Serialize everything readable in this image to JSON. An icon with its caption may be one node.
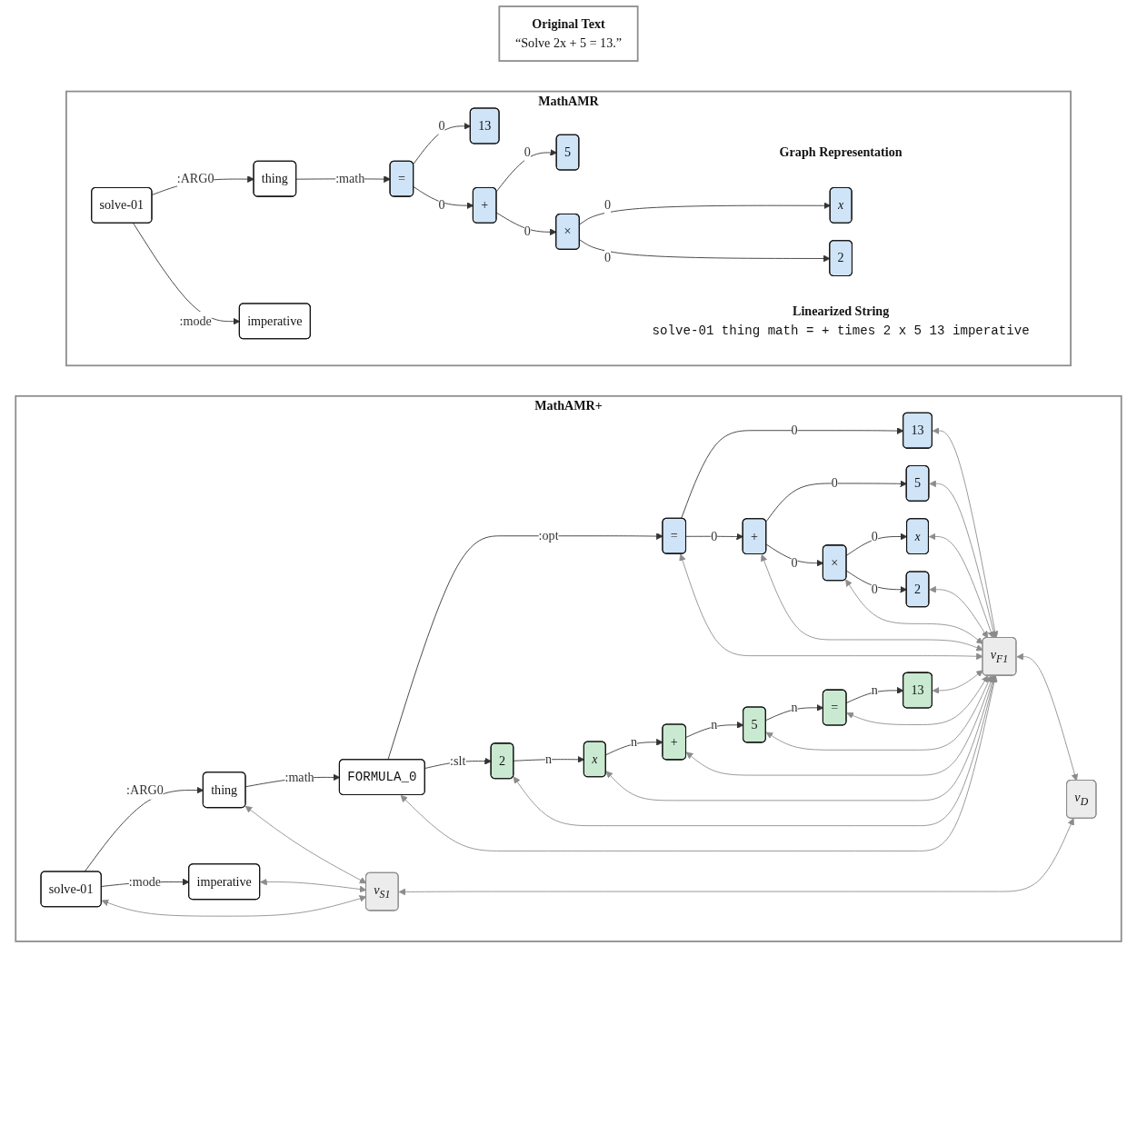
{
  "diagram": {
    "nodes": [
      {
        "text": [
          "Original Text",
          "“Solve 2x + 5 = 13.”"
        ]
      },
      {
        "text": [
          "MathAMR"
        ]
      },
      {
        "text": [
          "Graph Representation"
        ],
        "in": 1
      },
      {
        "text": [
          "solve-01"
        ],
        "in": 1
      },
      {
        "text": [
          "thing"
        ],
        "in": 1
      },
      {
        "text": [
          "imperative"
        ],
        "in": 1
      },
      {
        "text": [
          "="
        ],
        "in": 1
      },
      {
        "text": [
          "13"
        ],
        "in": 1
      },
      {
        "text": [
          "+"
        ],
        "in": 1
      },
      {
        "text": [
          "5"
        ],
        "in": 1
      },
      {
        "text": [
          "×"
        ],
        "in": 1
      },
      {
        "text": [
          "x"
        ],
        "in": 1
      },
      {
        "text": [
          "2"
        ],
        "in": 1
      },
      {
        "text": [
          "Linearized String",
          "solve-01 thing math = + times 2 x 5 13 imperative"
        ],
        "in": 1
      },
      {
        "text": [
          "MathAMR+"
        ]
      },
      {
        "text": [
          "solve-01"
        ],
        "in": 14
      },
      {
        "text": [
          "thing"
        ],
        "in": 14
      },
      {
        "text": [
          "imperative"
        ],
        "in": 14
      },
      {
        "text": [
          "FORMULA_0"
        ],
        "in": 14
      },
      {
        "text": [
          "="
        ],
        "in": 14
      },
      {
        "text": [
          "13"
        ],
        "in": 14
      },
      {
        "text": [
          "+"
        ],
        "in": 14
      },
      {
        "text": [
          "5"
        ],
        "in": 14
      },
      {
        "text": [
          "×"
        ],
        "in": 14
      },
      {
        "text": [
          "x"
        ],
        "in": 14
      },
      {
        "text": [
          "2"
        ],
        "in": 14
      },
      {
        "text": [
          "2"
        ],
        "in": 14
      },
      {
        "text": [
          "x"
        ],
        "in": 14
      },
      {
        "text": [
          "+"
        ],
        "in": 14
      },
      {
        "text": [
          "5"
        ],
        "in": 14
      },
      {
        "text": [
          "="
        ],
        "in": 14
      },
      {
        "text": [
          "13"
        ],
        "in": 14
      },
      {
        "text": [
          "v$_{S1}$"
        ],
        "in": 14
      },
      {
        "text": [
          "v$_{F1}$"
        ],
        "in": 14
      },
      {
        "text": [
          "v$_{D}$"
        ],
        "in": 14
      }
    ],
    "edges": [
      {
        "from": 3,
        "to": 4,
        "arrow": "to",
        "label": ":ARG0"
      },
      {
        "from": 3,
        "to": 5,
        "arrow": "to",
        "label": ":mode"
      },
      {
        "from": 4,
        "to": 6,
        "arrow": "to",
        "label": ":math"
      },
      {
        "from": 6,
        "to": 7,
        "arrow": "to",
        "label": "0"
      },
      {
        "from": 6,
        "to": 8,
        "arrow": "to",
        "label": "0"
      },
      {
        "from": 8,
        "to": 9,
        "arrow": "to",
        "label": "0"
      },
      {
        "from": 8,
        "to": 10,
        "arrow": "to",
        "label": "0"
      },
      {
        "from": 10,
        "to": 11,
        "arrow": "to",
        "label": "0"
      },
      {
        "from": 10,
        "to": 12,
        "arrow": "to",
        "label": "0"
      },
      {
        "from": 15,
        "to": 16,
        "arrow": "to",
        "label": ":ARG0"
      },
      {
        "from": 15,
        "to": 17,
        "arrow": "to",
        "label": ":mode"
      },
      {
        "from": 16,
        "to": 18,
        "arrow": "to",
        "label": ":math"
      },
      {
        "from": 18,
        "to": 19,
        "arrow": "to",
        "label": ":opt"
      },
      {
        "from": 18,
        "to": 26,
        "arrow": "to",
        "label": ":slt"
      },
      {
        "from": 19,
        "to": 20,
        "arrow": "to",
        "label": "0"
      },
      {
        "from": 19,
        "to": 21,
        "arrow": "to",
        "label": "0"
      },
      {
        "from": 21,
        "to": 22,
        "arrow": "to",
        "label": "0"
      },
      {
        "from": 21,
        "to": 23,
        "arrow": "to",
        "label": "0"
      },
      {
        "from": 23,
        "to": 24,
        "arrow": "to",
        "label": "0"
      },
      {
        "from": 23,
        "to": 25,
        "arrow": "to",
        "label": "0"
      },
      {
        "from": 26,
        "to": 27,
        "arrow": "to",
        "label": "n"
      },
      {
        "from": 27,
        "to": 28,
        "arrow": "to",
        "label": "n"
      },
      {
        "from": 28,
        "to": 29,
        "arrow": "to",
        "label": "n"
      },
      {
        "from": 29,
        "to": 30,
        "arrow": "to",
        "label": "n"
      },
      {
        "from": 30,
        "to": 31,
        "arrow": "to",
        "label": "n"
      },
      {
        "from": 15,
        "to": 32,
        "arrow": "both",
        "color": "#8c8c8c"
      },
      {
        "from": 16,
        "to": 32,
        "arrow": "both",
        "color": "#8c8c8c"
      },
      {
        "from": 17,
        "to": 32,
        "arrow": "both",
        "color": "#8c8c8c"
      },
      {
        "from": 18,
        "to": 33,
        "arrow": "both",
        "color": "#8c8c8c"
      },
      {
        "from": 19,
        "to": 33,
        "arrow": "both",
        "color": "#8c8c8c"
      },
      {
        "from": 20,
        "to": 33,
        "arrow": "both",
        "color": "#8c8c8c"
      },
      {
        "from": 21,
        "to": 33,
        "arrow": "both",
        "color": "#8c8c8c"
      },
      {
        "from": 22,
        "to": 33,
        "arrow": "both",
        "color": "#8c8c8c"
      },
      {
        "from": 23,
        "to": 33,
        "arrow": "both",
        "color": "#8c8c8c"
      },
      {
        "from": 24,
        "to": 33,
        "arrow": "both",
        "color": "#8c8c8c"
      },
      {
        "from": 25,
        "to": 33,
        "arrow": "both",
        "color": "#8c8c8c"
      },
      {
        "from": 26,
        "to": 33,
        "arrow": "both",
        "color": "#8c8c8c"
      },
      {
        "from": 27,
        "to": 33,
        "arrow": "both",
        "color": "#8c8c8c"
      },
      {
        "from": 28,
        "to": 33,
        "arrow": "both",
        "color": "#8c8c8c"
      },
      {
        "from": 29,
        "to": 33,
        "arrow": "both",
        "color": "#8c8c8c"
      },
      {
        "from": 30,
        "to": 33,
        "arrow": "both",
        "color": "#8c8c8c"
      },
      {
        "from": 31,
        "to": 33,
        "arrow": "both",
        "color": "#8c8c8c"
      },
      {
        "from": 32,
        "to": 34,
        "arrow": "both",
        "color": "#8c8c8c"
      },
      {
        "from": 33,
        "to": 34,
        "arrow": "both",
        "color": "#8c8c8c"
      }
    ]
  }
}
